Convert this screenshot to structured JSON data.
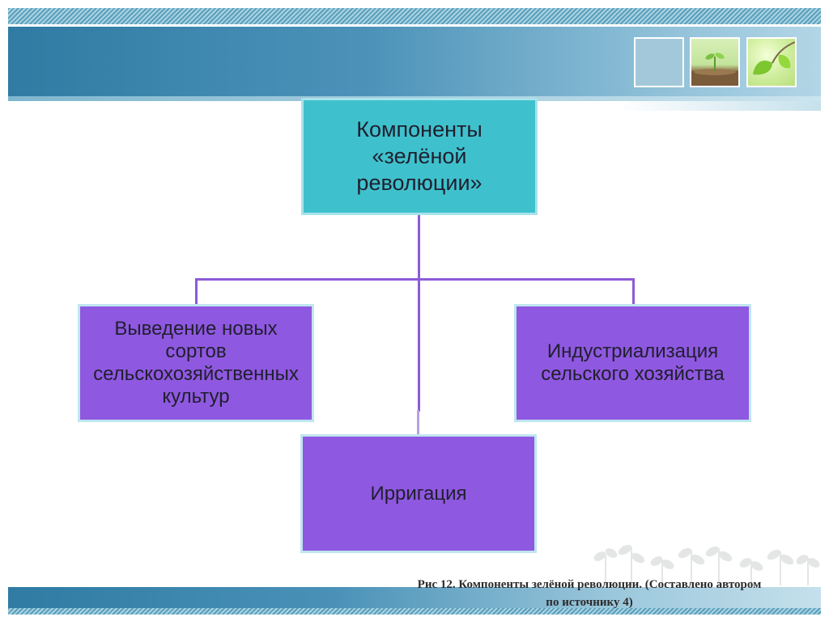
{
  "diagram": {
    "root": {
      "lines": [
        "Компоненты",
        "«зелёной",
        "революции»"
      ]
    },
    "children": [
      {
        "id": "breeding",
        "lines": [
          "Выведение новых",
          "сортов",
          "сельскохозяйственных",
          "культур"
        ]
      },
      {
        "id": "industrialization",
        "lines": [
          "Индустриализация",
          "сельского хозяйства"
        ]
      },
      {
        "id": "irrigation",
        "lines": [
          "Ирригация"
        ]
      }
    ]
  },
  "caption": {
    "line1": "Рис 12. Компоненты зелёной революции. (Составлено автором",
    "line2": "по источнику 4)"
  },
  "colors": {
    "root_fill": "#3fc1cd",
    "child_fill": "#8f58e0",
    "connector": "#8c5bd6",
    "header_blue": "#2f7ba3"
  },
  "icons": [
    "seedling-photo-icon",
    "leaves-photo-icon",
    "sprouts-decoration-icon"
  ]
}
